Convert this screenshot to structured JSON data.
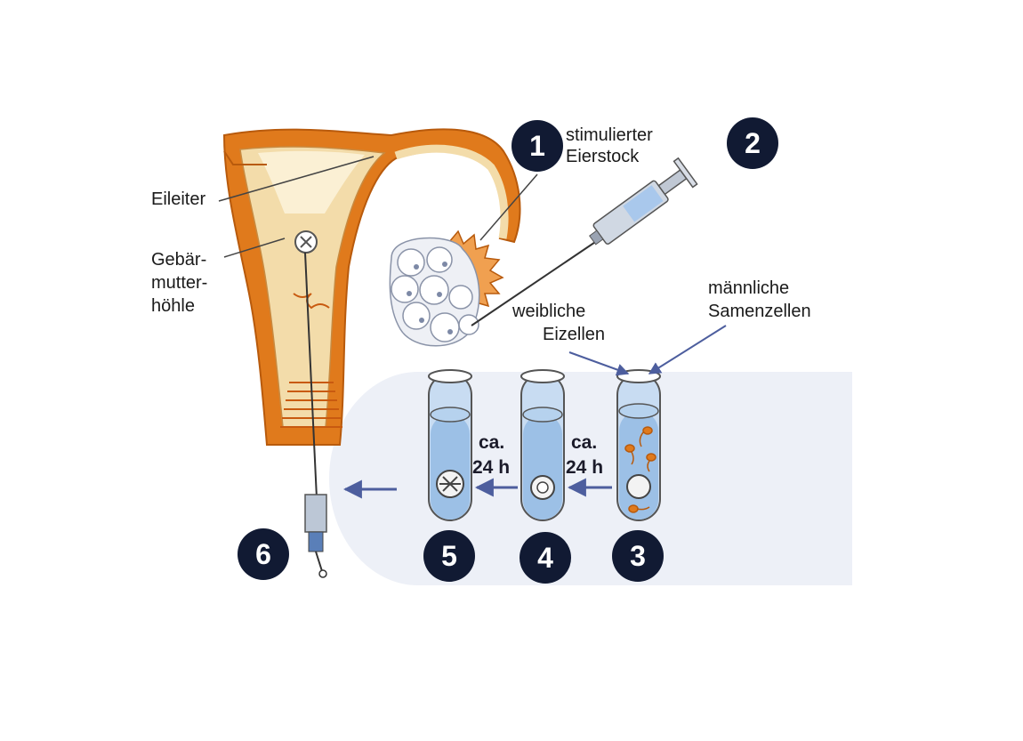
{
  "labels": {
    "fallopian_tube": "Eileiter",
    "uterine_cavity_1": "Gebär-",
    "uterine_cavity_2": "mutter-",
    "uterine_cavity_3": "höhle",
    "ovary_1": "stimulierter",
    "ovary_2": "Eierstock",
    "egg_cells_1": "weibliche",
    "egg_cells_2": "Eizellen",
    "sperm_cells_1": "männliche",
    "sperm_cells_2": "Samenzellen",
    "duration_a_1": "ca.",
    "duration_a_2": "24 h",
    "duration_b_1": "ca.",
    "duration_b_2": "24 h"
  },
  "steps": [
    "1",
    "2",
    "3",
    "4",
    "5",
    "6"
  ],
  "colors": {
    "uterus_outer": "#e07a1c",
    "uterus_inner": "#f3dcaa",
    "tube_fill": "#c8dcf2",
    "tube_liquid": "#9cc0e6",
    "backdrop": "#edf0f7",
    "arrow": "#4d5e9e",
    "badge": "#111a33"
  }
}
